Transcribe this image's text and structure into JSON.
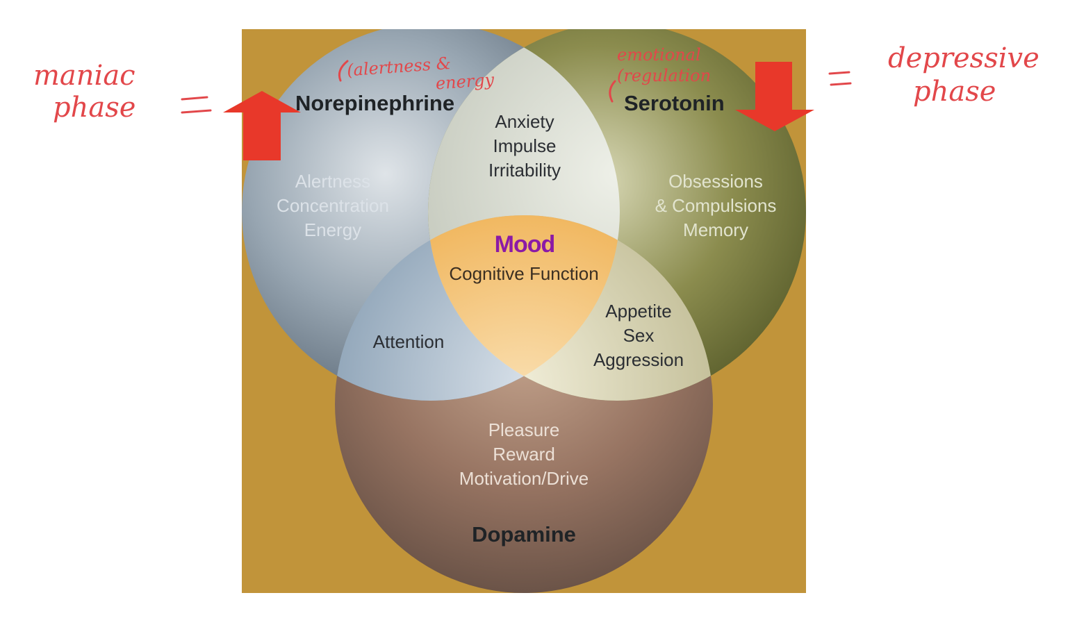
{
  "diagram": {
    "background_color": "#c1943a",
    "circles": {
      "norepinephrine": {
        "title": "Norepinephrine",
        "items": [
          "Alertness",
          "Concentration",
          "Energy"
        ],
        "color": "#7c8b99"
      },
      "serotonin": {
        "title": "Serotonin",
        "items": [
          "Obsessions",
          "& Compulsions",
          "Memory"
        ],
        "color": "#6b6e2e"
      },
      "dopamine": {
        "title": "Dopamine",
        "items": [
          "Pleasure",
          "Reward",
          "Motivation/Drive"
        ],
        "color": "#8f6e5a"
      }
    },
    "overlaps": {
      "norepinephrine_serotonin": [
        "Anxiety",
        "Impulse",
        "Irritability"
      ],
      "norepinephrine_dopamine": [
        "Attention"
      ],
      "serotonin_dopamine": [
        "Appetite",
        "Sex",
        "Aggression"
      ],
      "center": {
        "title": "Mood",
        "subtitle": "Cognitive Function",
        "title_color": "#8b1aa6"
      }
    }
  },
  "annotations": {
    "color": "#e2474a",
    "left_label": [
      "maniac",
      "phase"
    ],
    "left_equals": "=",
    "up_arrow": {
      "icon": "arrow-up-icon",
      "color": "#e8382a"
    },
    "norepinephrine_note": [
      "(alertness &",
      "energy"
    ],
    "serotonin_note": [
      "emotional",
      "(regulation"
    ],
    "down_arrow": {
      "icon": "arrow-down-icon",
      "color": "#e8382a"
    },
    "right_equals": "=",
    "right_label": [
      "depressive",
      "phase"
    ]
  }
}
